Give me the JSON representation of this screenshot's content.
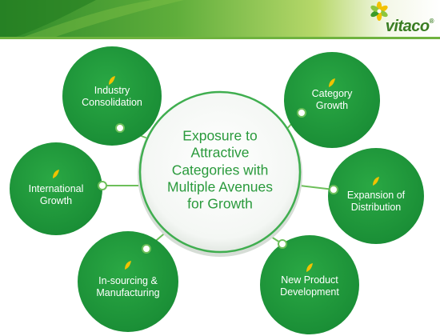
{
  "brand": {
    "logo_text": "vitaco",
    "logo_mark": "®",
    "colors": {
      "primary_green": "#229a3e",
      "center_text": "#2a9a3c",
      "header_green": "#2f8a2a",
      "connector": "#6dbf5a"
    }
  },
  "diagram": {
    "center": {
      "line1": "Exposure to",
      "line2": "Attractive",
      "line3": "Categories with",
      "line4": "Multiple Avenues",
      "line5": "for Growth"
    },
    "nodes": [
      {
        "id": "industry-consolidation",
        "line1": "Industry",
        "line2": "Consolidation",
        "icon": "leaf-icon"
      },
      {
        "id": "category-growth",
        "line1": "Category",
        "line2": "Growth",
        "icon": "leaf-icon"
      },
      {
        "id": "international-growth",
        "line1": "International",
        "line2": "Growth",
        "icon": "leaf-icon"
      },
      {
        "id": "expansion-of-distribution",
        "line1": "Expansion of",
        "line2": "Distribution",
        "icon": "leaf-icon"
      },
      {
        "id": "in-sourcing-manufacturing",
        "line1": "In-sourcing &",
        "line2": "Manufacturing",
        "icon": "leaf-icon"
      },
      {
        "id": "new-product-development",
        "line1": "New Product",
        "line2": "Development",
        "icon": "leaf-icon"
      }
    ]
  }
}
